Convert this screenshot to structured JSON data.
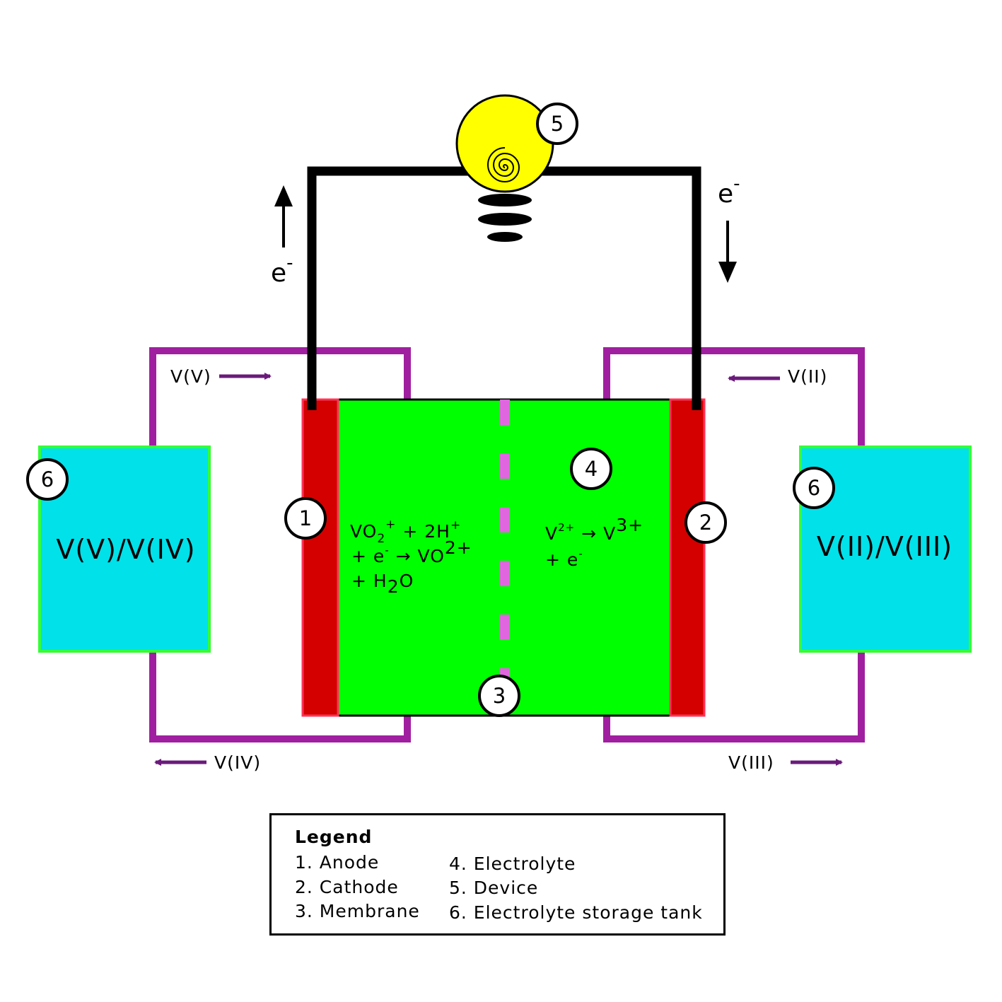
{
  "circuit": {
    "electron_left": "e",
    "electron_right": "e",
    "electron_superscript": "-"
  },
  "flows": {
    "top_left": "V(V)",
    "bottom_left": "V(IV)",
    "top_right": "V(II)",
    "bottom_right": "V(III)"
  },
  "tanks": {
    "left_label": "V(V)/V(IV)",
    "right_label": "V(II)/V(III)"
  },
  "markers": {
    "anode": "1",
    "cathode": "2",
    "membrane": "3",
    "electrolyte": "4",
    "device": "5",
    "tank_left": "6",
    "tank_right": "6"
  },
  "reactions": {
    "left": {
      "line1_main": "VO",
      "line1_sub": "2",
      "line1_sup": "+",
      "line1_rest": " + 2H",
      "line1_rest_sup": "+",
      "line2_a": "+ e",
      "line2_sup": "-",
      "line2_arrow": " → VO",
      "line2_product_sup": "2+",
      "line3_a": "+ H",
      "line3_sub": "2",
      "line3_b": "O"
    },
    "right": {
      "line1_a": "V",
      "line1_sup": "2+",
      "line1_arrow": " → V",
      "line1_product_sup": "3+",
      "line2_a": "+ e",
      "line2_sup": "-"
    }
  },
  "legend": {
    "title": "Legend",
    "items": [
      "1. Anode",
      "2. Cathode",
      "3. Membrane",
      "4. Electrolyte",
      "5. Device",
      "6. Electrolyte storage tank"
    ]
  },
  "colors": {
    "loop": "#a01fa0",
    "flow_arrow": "#6a1b7a",
    "cell": "#00ff00",
    "electrode": "#d40000",
    "electrode_border": "#ff3355",
    "membrane": "#e066e0",
    "tank": "#00e1ea",
    "tank_border": "#33ff33",
    "bulb": "#ffff00",
    "wire": "#000000"
  }
}
